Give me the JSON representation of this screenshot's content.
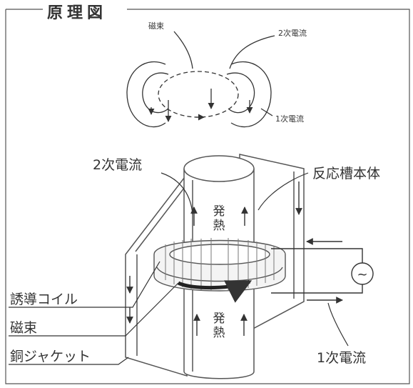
{
  "title": "原理図",
  "top_diagram": {
    "flux_label": "磁束",
    "secondary_label": "2次電流",
    "primary_label": "1次電流"
  },
  "main_diagram": {
    "secondary_label": "2次電流",
    "reactor_label": "反応槽本体",
    "heat_upper": [
      "発",
      "熱"
    ],
    "heat_lower": [
      "発",
      "熱"
    ],
    "coil_label": "誘導コイル",
    "flux_label": "磁束",
    "jacket_label": "銅ジャケット",
    "primary_label": "1次電流",
    "ac_symbol": "~"
  }
}
